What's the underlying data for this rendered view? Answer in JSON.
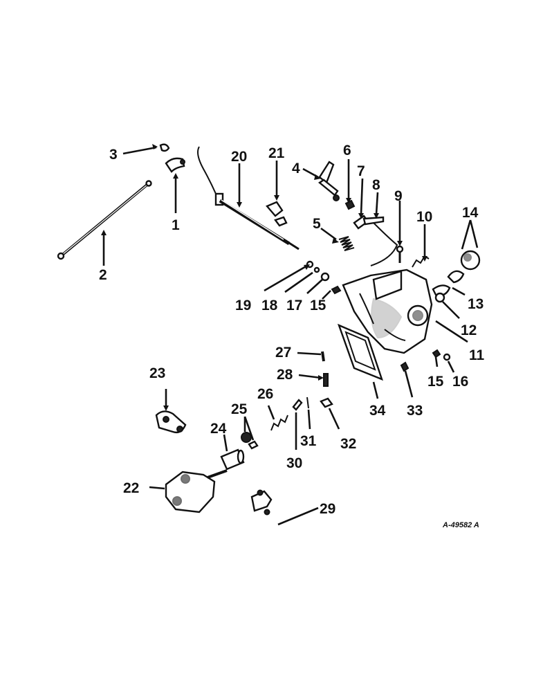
{
  "figure": {
    "reference_code": "A-49582 A",
    "callouts": [
      "1",
      "2",
      "3",
      "4",
      "5",
      "6",
      "7",
      "8",
      "9",
      "10",
      "11",
      "12",
      "13",
      "14",
      "15",
      "16",
      "17",
      "18",
      "19",
      "20",
      "21",
      "22",
      "23",
      "24",
      "25",
      "26",
      "27",
      "28",
      "29",
      "30",
      "31",
      "32",
      "33",
      "34"
    ],
    "callout_15_second": "15"
  },
  "parts": [
    {
      "id": "part-1",
      "label": "1"
    },
    {
      "id": "part-2",
      "label": "2"
    },
    {
      "id": "part-3",
      "label": "3"
    },
    {
      "id": "part-4",
      "label": "4"
    },
    {
      "id": "part-5",
      "label": "5"
    },
    {
      "id": "part-6",
      "label": "6"
    },
    {
      "id": "part-7",
      "label": "7"
    },
    {
      "id": "part-8",
      "label": "8"
    },
    {
      "id": "part-9",
      "label": "9"
    },
    {
      "id": "part-10",
      "label": "10"
    },
    {
      "id": "part-11",
      "label": "11"
    },
    {
      "id": "part-12",
      "label": "12"
    },
    {
      "id": "part-13",
      "label": "13"
    },
    {
      "id": "part-14",
      "label": "14"
    },
    {
      "id": "part-15",
      "label": "15"
    },
    {
      "id": "part-16",
      "label": "16"
    },
    {
      "id": "part-17",
      "label": "17"
    },
    {
      "id": "part-18",
      "label": "18"
    },
    {
      "id": "part-19",
      "label": "19"
    },
    {
      "id": "part-20",
      "label": "20"
    },
    {
      "id": "part-21",
      "label": "21"
    },
    {
      "id": "part-22",
      "label": "22"
    },
    {
      "id": "part-23",
      "label": "23"
    },
    {
      "id": "part-24",
      "label": "24"
    },
    {
      "id": "part-25",
      "label": "25"
    },
    {
      "id": "part-26",
      "label": "26"
    },
    {
      "id": "part-27",
      "label": "27"
    },
    {
      "id": "part-28",
      "label": "28"
    },
    {
      "id": "part-29",
      "label": "29"
    },
    {
      "id": "part-30",
      "label": "30"
    },
    {
      "id": "part-31",
      "label": "31"
    },
    {
      "id": "part-32",
      "label": "32"
    },
    {
      "id": "part-33",
      "label": "33"
    },
    {
      "id": "part-34",
      "label": "34"
    }
  ],
  "colors": {
    "ink": "#111111",
    "paper": "#ffffff"
  }
}
